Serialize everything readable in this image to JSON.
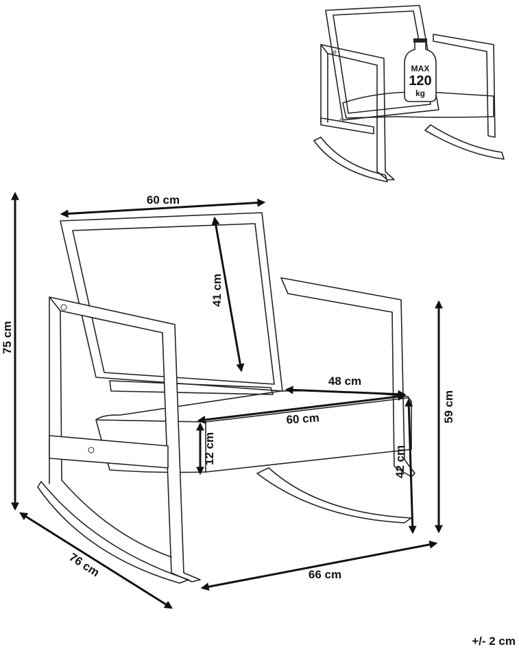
{
  "dimensions": {
    "width_top": "60 cm",
    "backrest_height": "41 cm",
    "total_height": "75 cm",
    "seat_depth": "48 cm",
    "seat_width": "60 cm",
    "cushion_thickness": "12 cm",
    "seat_height": "42 cm",
    "armrest_height": "59 cm",
    "total_depth": "76 cm",
    "base_width": "66 cm"
  },
  "badge": {
    "line1": "MAX",
    "line2": "120",
    "line3": "kg"
  },
  "tolerance": "+/- 2 cm"
}
